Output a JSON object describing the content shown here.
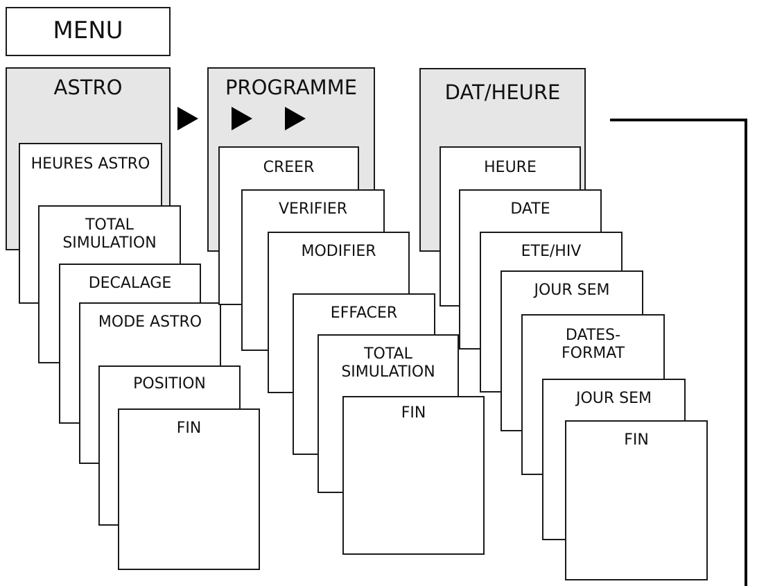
{
  "menu": {
    "label": "MENU"
  },
  "columns": [
    {
      "header": "ASTRO",
      "items": [
        "HEURES ASTRO",
        "TOTAL\nSIMULATION",
        "DECALAGE",
        "MODE ASTRO",
        "POSITION",
        "FIN"
      ]
    },
    {
      "header": "PROGRAMME",
      "items": [
        "CREER",
        "VERIFIER",
        "MODIFIER",
        "EFFACER",
        "TOTAL\nSIMULATION",
        "FIN"
      ]
    },
    {
      "header": "DAT/HEURE",
      "items": [
        "HEURE",
        "DATE",
        "ETE/HIV",
        "JOUR SEM",
        "DATES-\nFORMAT",
        "JOUR SEM",
        "FIN"
      ]
    }
  ],
  "icons": [
    "play-arrow-icon"
  ],
  "colors": {
    "header_fill": "#e6e6e6",
    "line": "#1a1a1a"
  }
}
